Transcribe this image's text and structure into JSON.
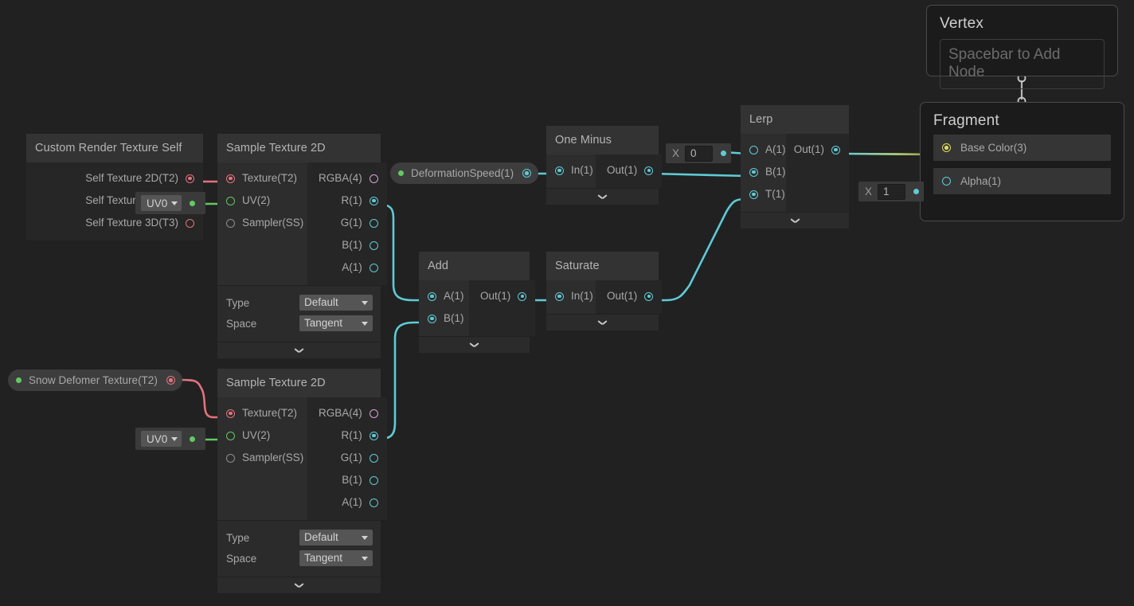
{
  "app": {
    "name": "Unity Shader Graph",
    "background_color": "#212121"
  },
  "colors": {
    "cyan": "#5ecbd6",
    "red": "#e4727d",
    "green": "#64c864",
    "pink": "#d6a3d6",
    "yellow": "#dede5a",
    "white": "#d2d2d2",
    "node_body": "#262626",
    "node_header": "#333333",
    "ports_in_bg": "#2d2d2d"
  },
  "properties": [
    {
      "id": "deformation_speed",
      "label": "DeformationSpeed(1)",
      "port_color": "cyan",
      "dot_color": "#64c864"
    },
    {
      "id": "snow_deformer_texture",
      "label": "Snow Defomer Texture(T2)",
      "port_color": "red",
      "dot_color": "#64c864"
    }
  ],
  "nodes": [
    {
      "id": "custom_render_texture_self",
      "title": "Custom Render Texture Self",
      "inputs": [],
      "outputs": [
        {
          "label": "Self Texture 2D(T2)",
          "color": "red",
          "filled": true
        },
        {
          "label": "Self Texture 2D(T2)",
          "color": "green",
          "filled": true
        },
        {
          "label": "Self Texture 3D(T3)",
          "color": "red",
          "filled": false
        }
      ]
    },
    {
      "id": "sample_texture_2d_top",
      "title": "Sample Texture 2D",
      "inputs": [
        {
          "label": "Texture(T2)",
          "color": "red",
          "filled": true
        },
        {
          "label": "UV(2)",
          "color": "green",
          "filled": false
        },
        {
          "label": "Sampler(SS)",
          "color": "grey",
          "filled": false
        }
      ],
      "outputs": [
        {
          "label": "RGBA(4)",
          "color": "pink",
          "filled": false
        },
        {
          "label": "R(1)",
          "color": "cyan",
          "filled": true
        },
        {
          "label": "G(1)",
          "color": "cyan",
          "filled": false
        },
        {
          "label": "B(1)",
          "color": "cyan",
          "filled": false
        },
        {
          "label": "A(1)",
          "color": "cyan",
          "filled": false
        }
      ],
      "settings": [
        {
          "label": "Type",
          "value": "Default"
        },
        {
          "label": "Space",
          "value": "Tangent"
        }
      ]
    },
    {
      "id": "sample_texture_2d_bottom",
      "title": "Sample Texture 2D",
      "inputs": [
        {
          "label": "Texture(T2)",
          "color": "red",
          "filled": true
        },
        {
          "label": "UV(2)",
          "color": "green",
          "filled": false
        },
        {
          "label": "Sampler(SS)",
          "color": "grey",
          "filled": false
        }
      ],
      "outputs": [
        {
          "label": "RGBA(4)",
          "color": "pink",
          "filled": false
        },
        {
          "label": "R(1)",
          "color": "cyan",
          "filled": true
        },
        {
          "label": "G(1)",
          "color": "cyan",
          "filled": false
        },
        {
          "label": "B(1)",
          "color": "cyan",
          "filled": false
        },
        {
          "label": "A(1)",
          "color": "cyan",
          "filled": false
        }
      ],
      "settings": [
        {
          "label": "Type",
          "value": "Default"
        },
        {
          "label": "Space",
          "value": "Tangent"
        }
      ]
    },
    {
      "id": "one_minus",
      "title": "One Minus",
      "inputs": [
        {
          "label": "In(1)",
          "color": "cyan",
          "filled": true
        }
      ],
      "outputs": [
        {
          "label": "Out(1)",
          "color": "cyan",
          "filled": true
        }
      ]
    },
    {
      "id": "add",
      "title": "Add",
      "inputs": [
        {
          "label": "A(1)",
          "color": "cyan",
          "filled": true
        },
        {
          "label": "B(1)",
          "color": "cyan",
          "filled": true
        }
      ],
      "outputs": [
        {
          "label": "Out(1)",
          "color": "cyan",
          "filled": true
        }
      ]
    },
    {
      "id": "saturate",
      "title": "Saturate",
      "inputs": [
        {
          "label": "In(1)",
          "color": "cyan",
          "filled": true
        }
      ],
      "outputs": [
        {
          "label": "Out(1)",
          "color": "cyan",
          "filled": true
        }
      ]
    },
    {
      "id": "lerp",
      "title": "Lerp",
      "inputs": [
        {
          "label": "A(1)",
          "color": "cyan",
          "filled": false
        },
        {
          "label": "B(1)",
          "color": "cyan",
          "filled": true
        },
        {
          "label": "T(1)",
          "color": "cyan",
          "filled": true
        }
      ],
      "outputs": [
        {
          "label": "Out(1)",
          "color": "cyan",
          "filled": true
        }
      ]
    }
  ],
  "inline_slots": [
    {
      "id": "lerp_a_value",
      "axis": "X",
      "value": "0",
      "dot_color": "cyan"
    },
    {
      "id": "fragment_alpha_value",
      "axis": "X",
      "value": "1",
      "dot_color": "cyan"
    }
  ],
  "uv_slots": [
    {
      "id": "uv_slot_top",
      "value": "UV0"
    },
    {
      "id": "uv_slot_bottom",
      "value": "UV0"
    }
  ],
  "masters": {
    "vertex": {
      "title": "Vertex",
      "hint": "Spacebar to Add Node"
    },
    "fragment": {
      "title": "Fragment",
      "slots": [
        {
          "label": "Base Color(3)",
          "color": "yellow",
          "filled": true
        },
        {
          "label": "Alpha(1)",
          "color": "cyan",
          "filled": false
        }
      ]
    }
  }
}
